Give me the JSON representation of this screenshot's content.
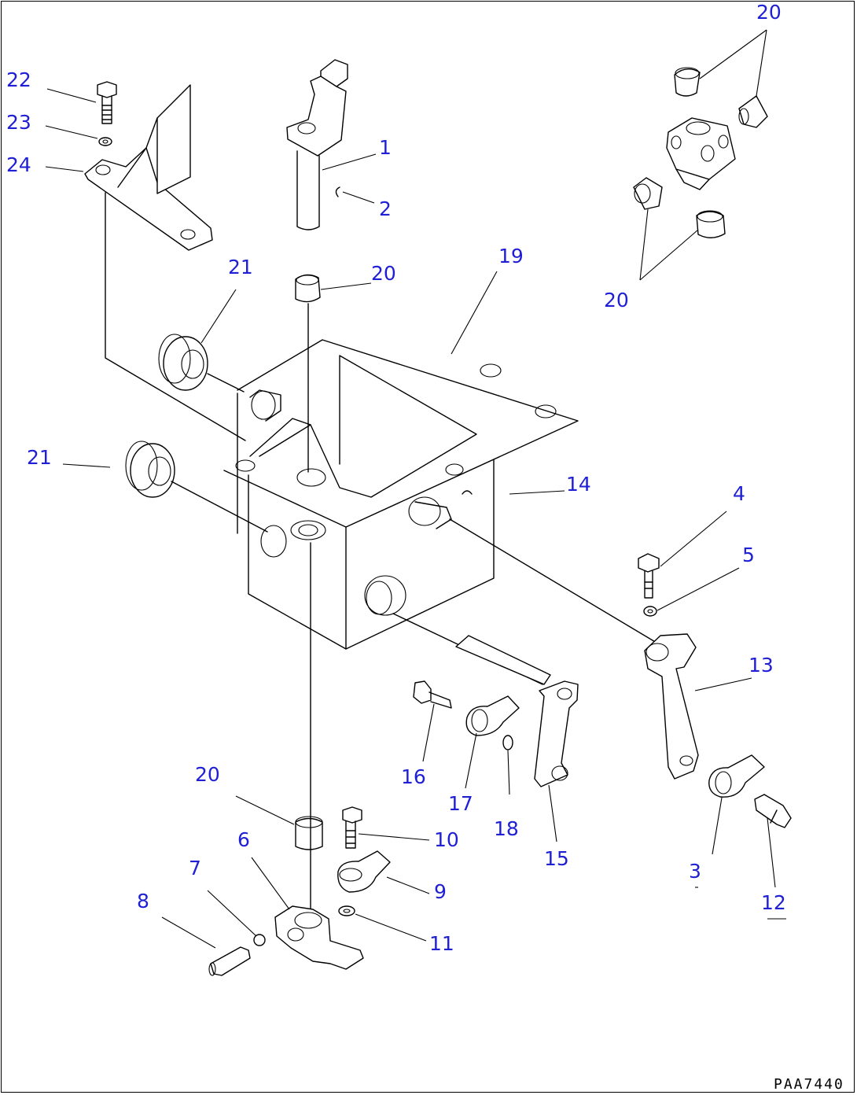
{
  "drawing": {
    "reference": "PAA7440",
    "callouts": [
      {
        "id": "c22",
        "text": "22"
      },
      {
        "id": "c23",
        "text": "23"
      },
      {
        "id": "c24",
        "text": "24"
      },
      {
        "id": "c1",
        "text": "1"
      },
      {
        "id": "c2",
        "text": "2"
      },
      {
        "id": "c20a",
        "text": "20"
      },
      {
        "id": "c20b",
        "text": "20"
      },
      {
        "id": "c20c",
        "text": "20"
      },
      {
        "id": "c20d",
        "text": "20"
      },
      {
        "id": "c21a",
        "text": "21"
      },
      {
        "id": "c21b",
        "text": "21"
      },
      {
        "id": "c19",
        "text": "19"
      },
      {
        "id": "c14",
        "text": "14"
      },
      {
        "id": "c4",
        "text": "4"
      },
      {
        "id": "c5",
        "text": "5"
      },
      {
        "id": "c13",
        "text": "13"
      },
      {
        "id": "c16",
        "text": "16"
      },
      {
        "id": "c17",
        "text": "17"
      },
      {
        "id": "c18",
        "text": "18"
      },
      {
        "id": "c15",
        "text": "15"
      },
      {
        "id": "c10",
        "text": "10"
      },
      {
        "id": "c6",
        "text": "6"
      },
      {
        "id": "c9",
        "text": "9"
      },
      {
        "id": "c7",
        "text": "7"
      },
      {
        "id": "c8",
        "text": "8"
      },
      {
        "id": "c11",
        "text": "11"
      },
      {
        "id": "c3",
        "text": "3"
      },
      {
        "id": "c12",
        "text": "12"
      }
    ]
  }
}
